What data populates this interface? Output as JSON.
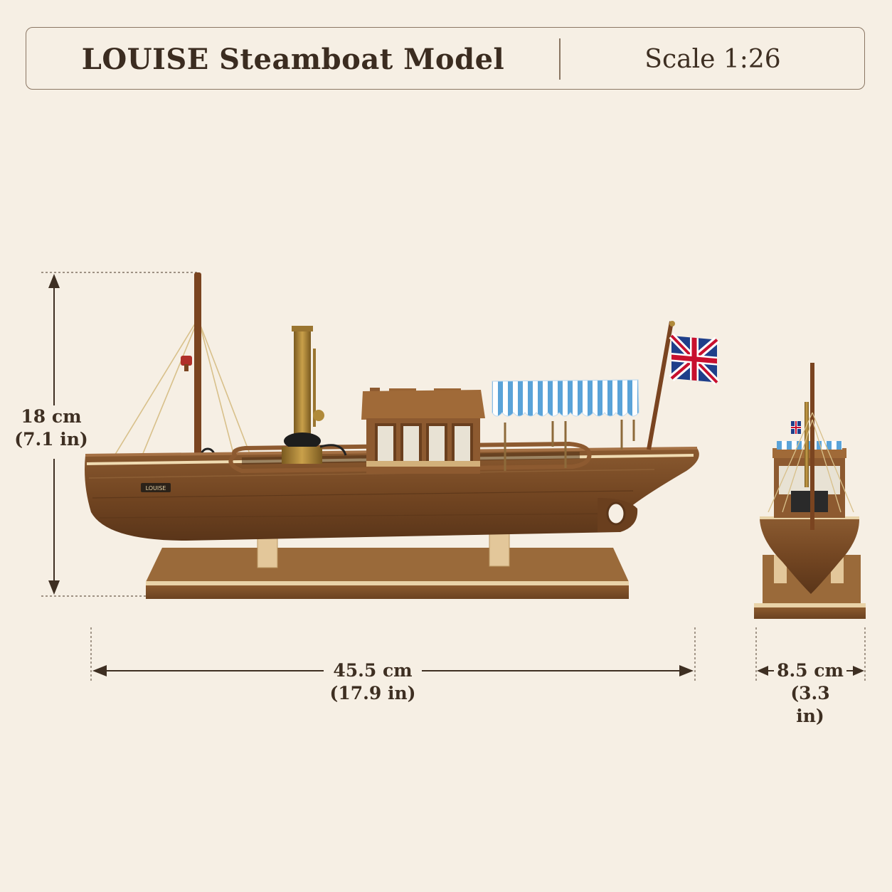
{
  "header": {
    "title": "LOUISE Steamboat Model",
    "scale": "Scale 1:26"
  },
  "boat": {
    "name_plate": "LOUISE"
  },
  "dimensions": {
    "height": {
      "metric": "18 cm",
      "imperial": "(7.1 in)"
    },
    "length": {
      "metric": "45.5 cm",
      "imperial": "(17.9 in)"
    },
    "width": {
      "metric": "8.5 cm",
      "imperial": "(3.3 in)"
    }
  },
  "colors": {
    "background": "#f6efe4",
    "wood": "#7a4d28",
    "text": "#3e2f22",
    "awning_blue": "#5aa3d8",
    "flag_blue": "#1f3f8a",
    "flag_red": "#c8102e",
    "brass": "#b08a3a"
  }
}
